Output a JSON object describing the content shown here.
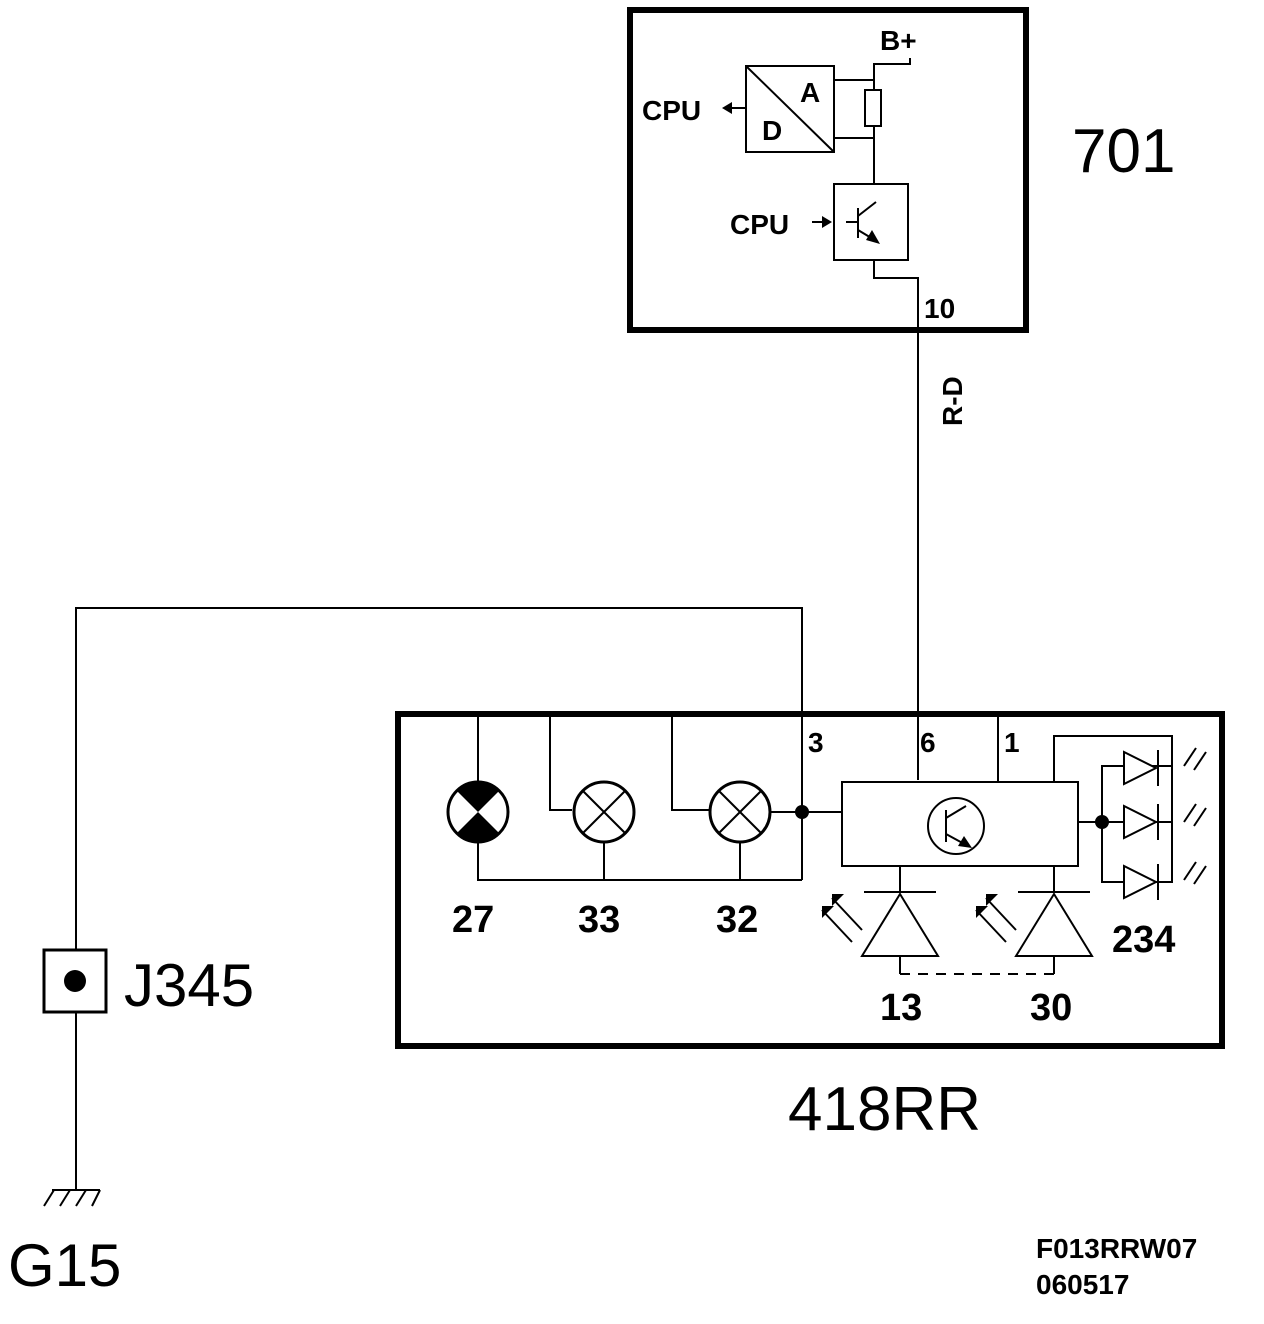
{
  "modules": {
    "m701": {
      "id": "701"
    },
    "m418": {
      "id": "418RR"
    }
  },
  "labels": {
    "supply": "B+",
    "cpu_out": "CPU",
    "cpu_in": "CPU",
    "adc_a": "A",
    "adc_d": "D",
    "wire_color": "R-D",
    "connector": "J345",
    "ground": "G15"
  },
  "pins": {
    "p10": "10",
    "p3": "3",
    "p6": "6",
    "p1": "1",
    "p27": "27",
    "p33": "33",
    "p32": "32",
    "p13": "13",
    "p30": "30",
    "p234": "234"
  },
  "footer": {
    "code": "F013RRW07",
    "date": "060517"
  }
}
